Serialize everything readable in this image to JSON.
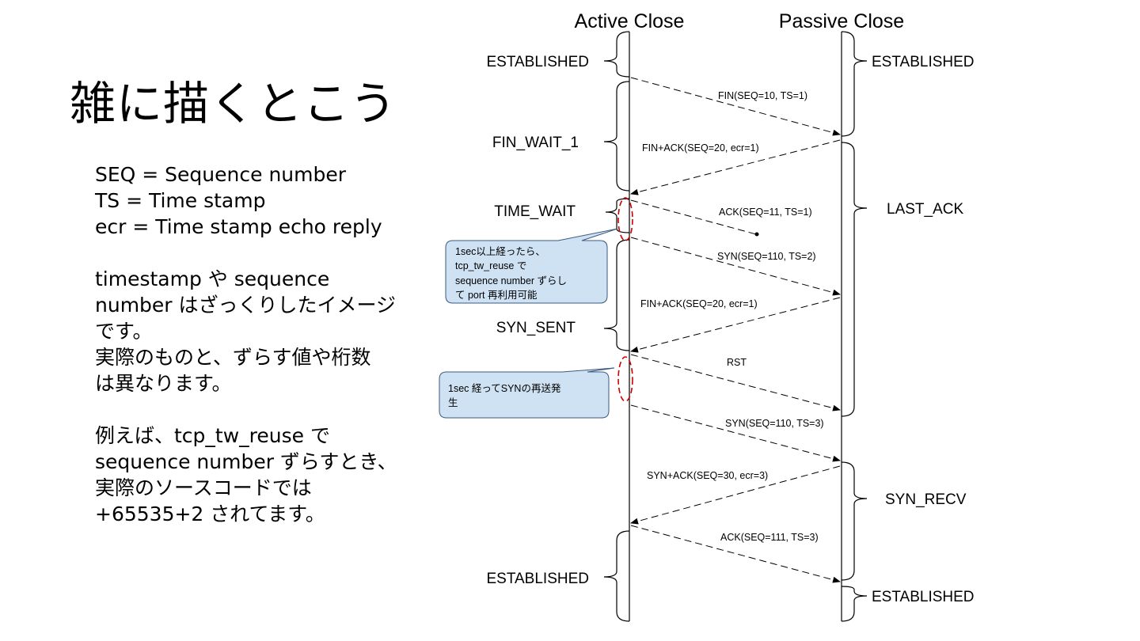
{
  "slide": {
    "title": "雑に描くとこう",
    "notes": {
      "para1": [
        "SEQ = Sequence number",
        "TS = Time stamp",
        "ecr = Time stamp echo reply"
      ],
      "para2": [
        "timestamp や sequence",
        "number はざっくりしたイメージ",
        "です。",
        "実際のものと、ずらす値や桁数",
        "は異なります。"
      ],
      "para3": [
        "例えば、tcp_tw_reuse で",
        "sequence number ずらすとき、",
        "実際のソースコードでは",
        "+65535+2 されてます。"
      ]
    }
  },
  "diagram": {
    "headers": {
      "left": "Active Close",
      "right": "Passive Close"
    },
    "left_states": [
      "ESTABLISHED",
      "FIN_WAIT_1",
      "TIME_WAIT",
      "SYN_SENT",
      "ESTABLISHED"
    ],
    "right_states": [
      "ESTABLISHED",
      "LAST_ACK",
      "SYN_RECV",
      "ESTABLISHED"
    ],
    "messages": [
      "FIN(SEQ=10, TS=1)",
      "FIN+ACK(SEQ=20, ecr=1)",
      "ACK(SEQ=11, TS=1)",
      "SYN(SEQ=110, TS=2)",
      "FIN+ACK(SEQ=20, ecr=1)",
      "RST",
      "SYN(SEQ=110, TS=3)",
      "SYN+ACK(SEQ=30, ecr=3)",
      "ACK(SEQ=111, TS=3)"
    ],
    "callouts": [
      [
        "1sec以上経ったら、",
        "tcp_tw_reuse で",
        "sequence number ずらし",
        "て port 再利用可能"
      ],
      [
        "1sec 経ってSYNの再送発",
        "生"
      ]
    ],
    "colors": {
      "callout_fill": "#cfe2f3",
      "callout_stroke": "#3d5a80",
      "highlight": "#cc0000",
      "line": "#000000"
    }
  }
}
